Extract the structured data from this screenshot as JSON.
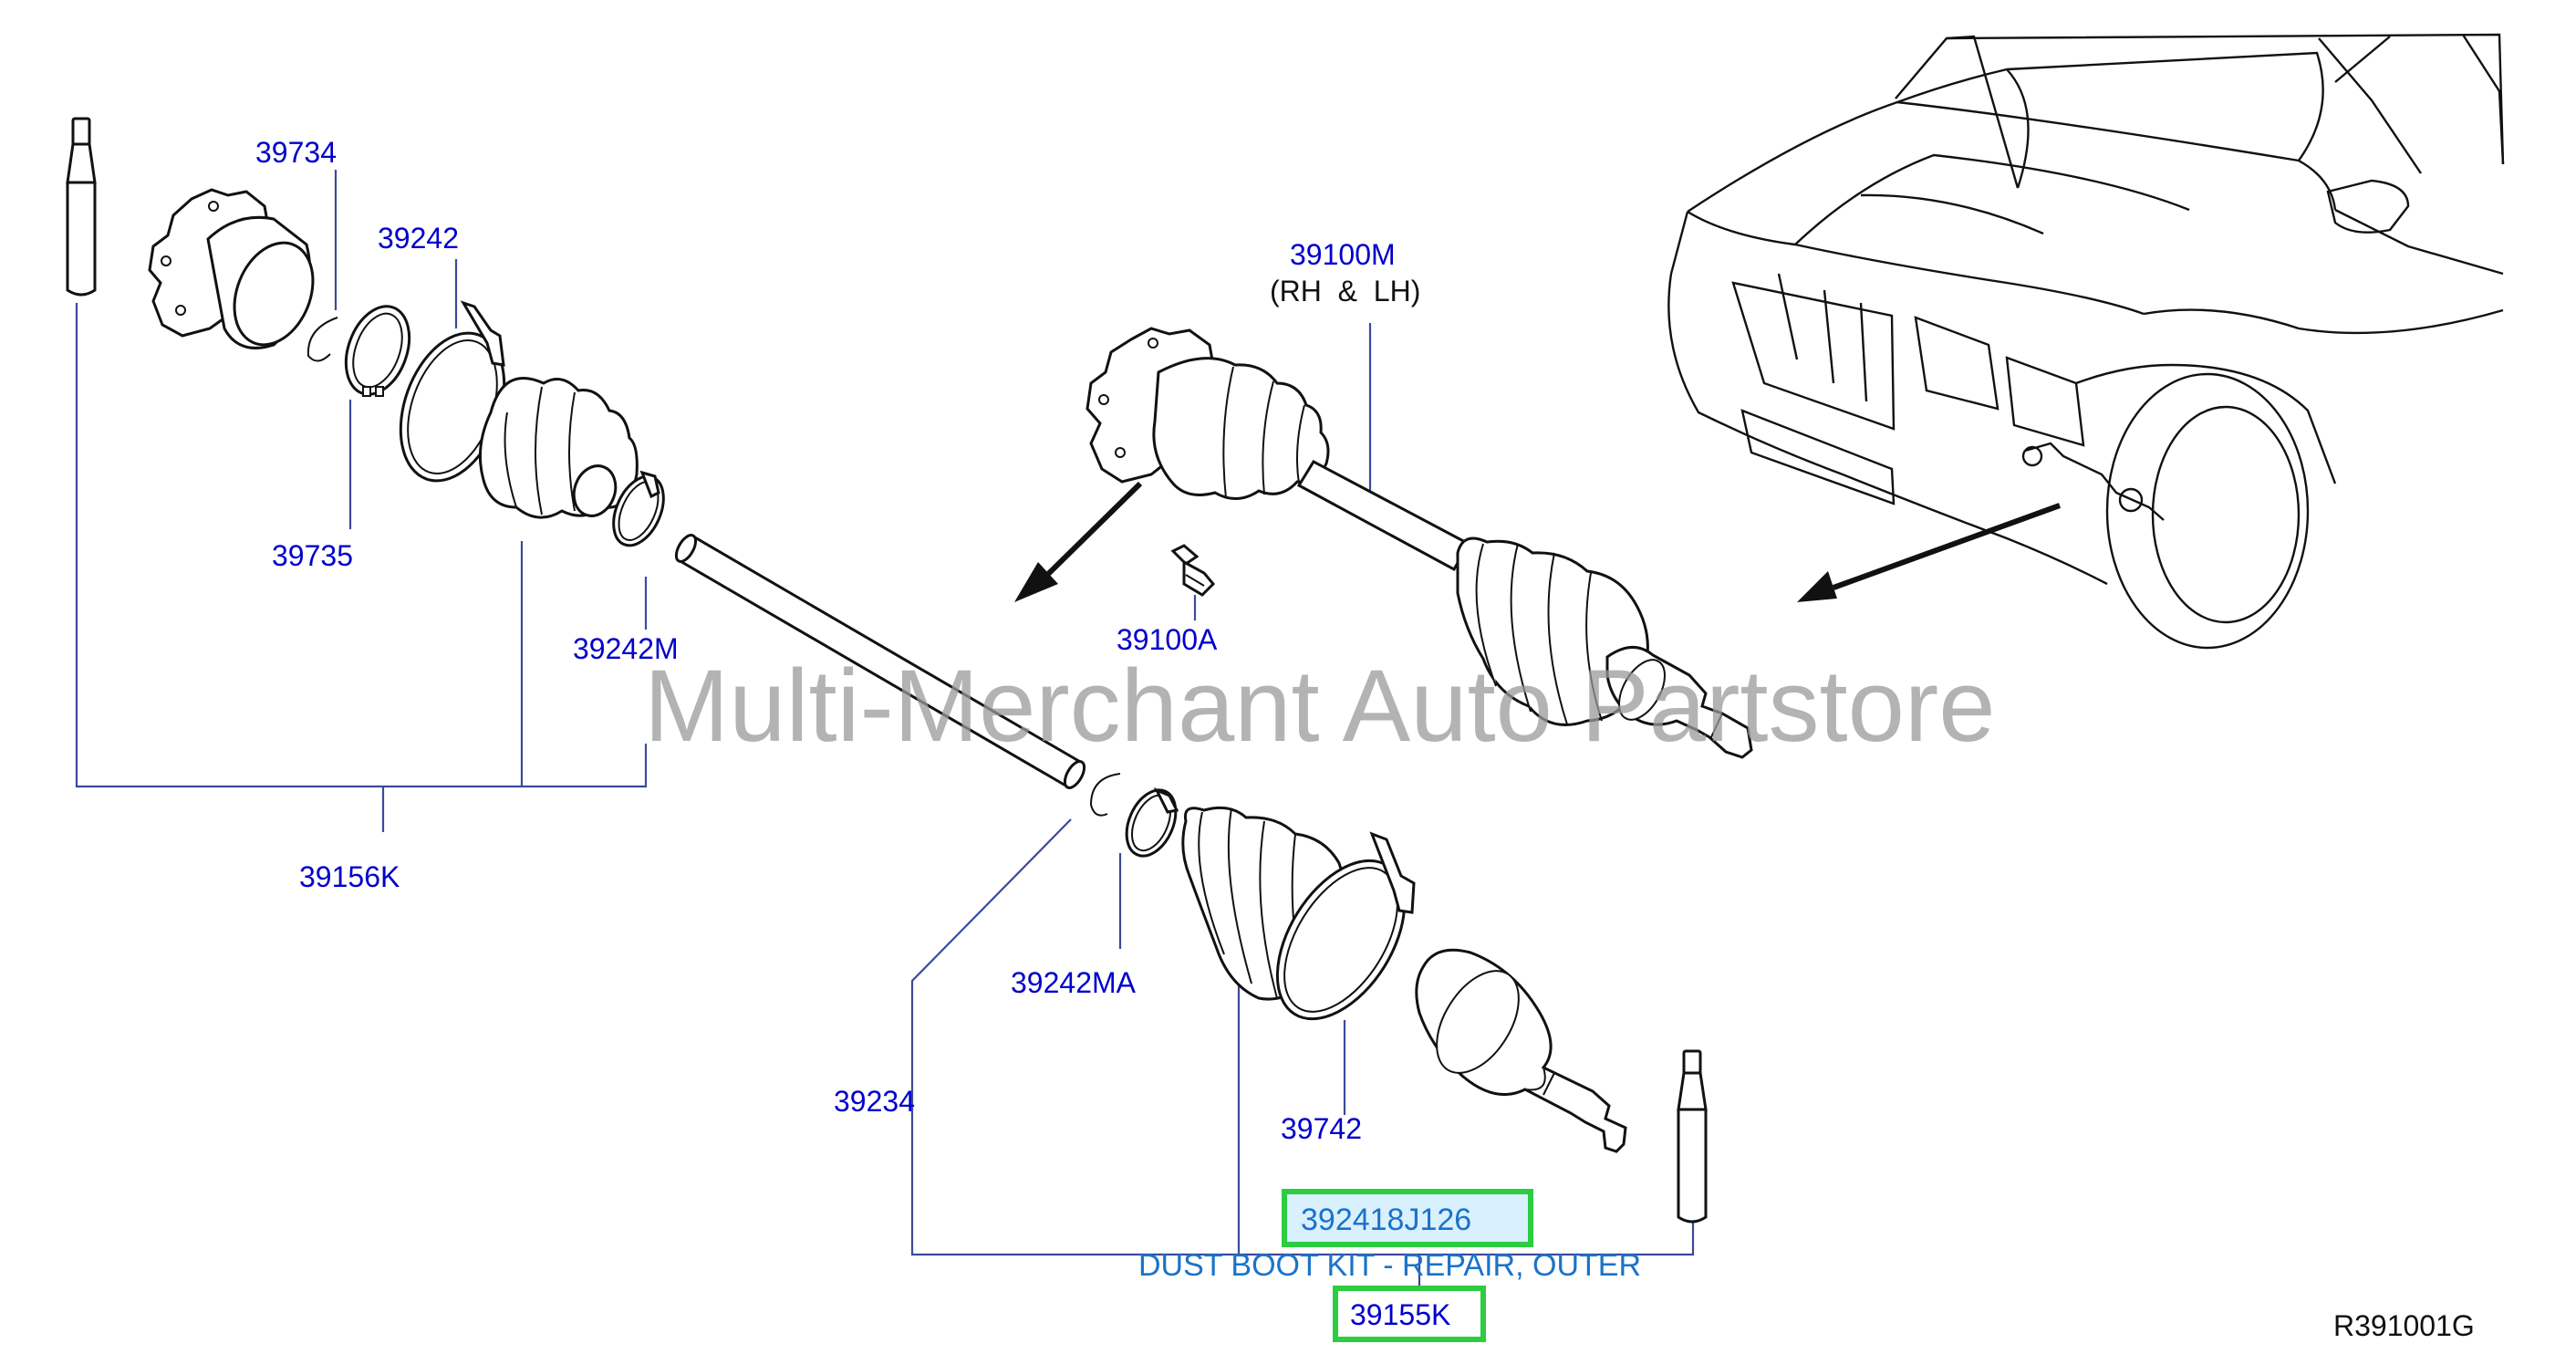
{
  "labels": {
    "p39734": "39734",
    "p39242": "39242",
    "p39735": "39735",
    "p39242M": "39242M",
    "p39156K": "39156K",
    "p39100M": "39100M",
    "p39100M_sub": "(RH  &  LH)",
    "p39100A": "39100A",
    "p39242MA": "39242MA",
    "p39234": "39234",
    "p39742": "39742"
  },
  "highlight": {
    "part_number": "392418J126",
    "description": "DUST BOOT KIT - REPAIR, OUTER",
    "kit_number": "39155K"
  },
  "watermark": "Multi-Merchant Auto Partstore",
  "reference_code": "R391001G",
  "colors": {
    "label_blue": "#0000cc",
    "highlight_blue": "#1a73c8",
    "highlight_border": "#2ecc40",
    "leader_line": "#3b4a9c"
  }
}
